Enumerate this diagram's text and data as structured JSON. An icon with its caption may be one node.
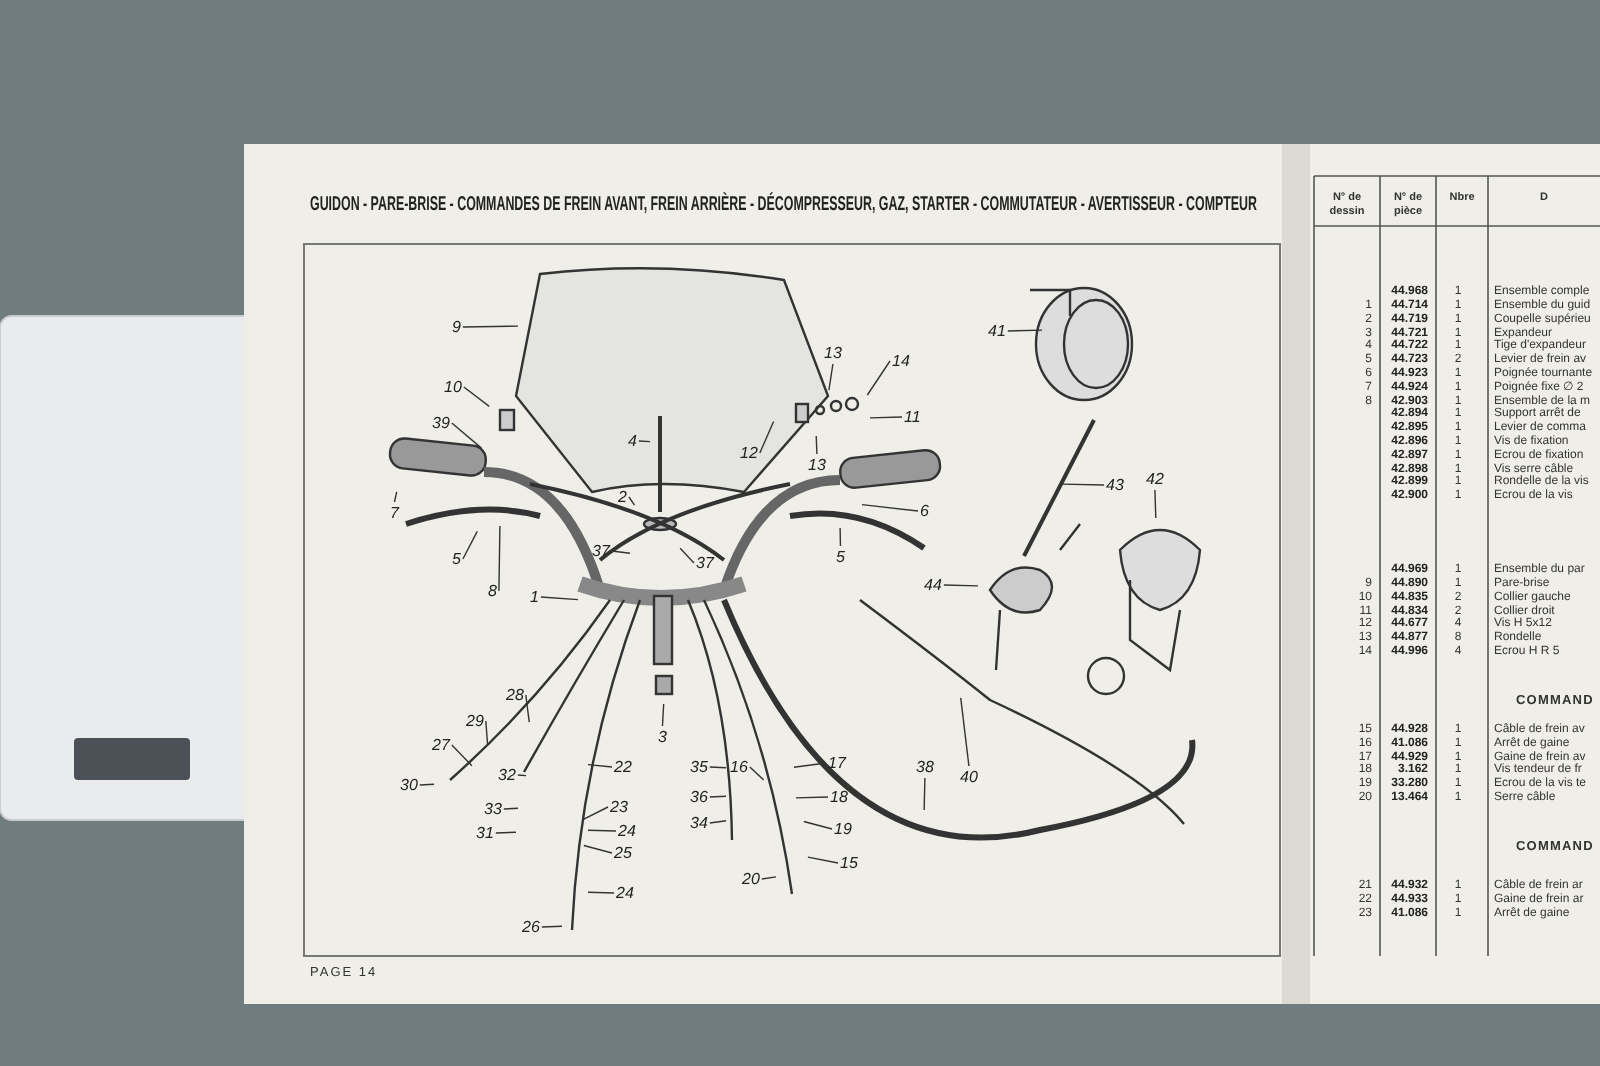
{
  "diagram": {
    "title": "GUIDON - PARE-BRISE - COMMANDES DE FREIN AVANT, FREIN ARRIÈRE - DÉCOMPRESSEUR, GAZ, STARTER - COMMUTATEUR - AVERTISSEUR - COMPTEUR",
    "nodes": [
      {
        "text": [
          "9"
        ]
      },
      {
        "text": [
          "10"
        ]
      },
      {
        "text": [
          "39"
        ]
      },
      {
        "text": [
          "7"
        ]
      },
      {
        "text": [
          "8"
        ]
      },
      {
        "text": [
          "5"
        ]
      },
      {
        "text": [
          "4"
        ]
      },
      {
        "text": [
          "2"
        ]
      },
      {
        "text": [
          "37"
        ]
      },
      {
        "text": [
          "37"
        ]
      },
      {
        "text": [
          "1"
        ]
      },
      {
        "text": [
          "13"
        ]
      },
      {
        "text": [
          "14"
        ]
      },
      {
        "text": [
          "11"
        ]
      },
      {
        "text": [
          "12"
        ]
      },
      {
        "text": [
          "13"
        ]
      },
      {
        "text": [
          "6"
        ]
      },
      {
        "text": [
          "5"
        ]
      },
      {
        "text": [
          "3"
        ]
      },
      {
        "text": [
          "41"
        ]
      },
      {
        "text": [
          "43"
        ]
      },
      {
        "text": [
          "42"
        ]
      },
      {
        "text": [
          "44"
        ]
      },
      {
        "text": [
          "28"
        ]
      },
      {
        "text": [
          "29"
        ]
      },
      {
        "text": [
          "27"
        ]
      },
      {
        "text": [
          "30"
        ]
      },
      {
        "text": [
          "32"
        ]
      },
      {
        "text": [
          "33"
        ]
      },
      {
        "text": [
          "31"
        ]
      },
      {
        "text": [
          "22"
        ]
      },
      {
        "text": [
          "23"
        ]
      },
      {
        "text": [
          "24"
        ]
      },
      {
        "text": [
          "25"
        ]
      },
      {
        "text": [
          "24"
        ]
      },
      {
        "text": [
          "26"
        ]
      },
      {
        "text": [
          "35"
        ]
      },
      {
        "text": [
          "36"
        ]
      },
      {
        "text": [
          "34"
        ]
      },
      {
        "text": [
          "16"
        ]
      },
      {
        "text": [
          "17"
        ]
      },
      {
        "text": [
          "18"
        ]
      },
      {
        "text": [
          "19"
        ]
      },
      {
        "text": [
          "15"
        ]
      },
      {
        "text": [
          "20"
        ]
      },
      {
        "text": [
          "38"
        ]
      },
      {
        "text": [
          "40"
        ]
      }
    ],
    "edges": [
      {
        "from": 0,
        "to": null,
        "arrow": "none"
      },
      {
        "from": 1,
        "to": null,
        "arrow": "none"
      },
      {
        "from": 2,
        "to": null,
        "arrow": "none"
      },
      {
        "from": 3,
        "to": null,
        "arrow": "none"
      },
      {
        "from": 4,
        "to": null,
        "arrow": "none"
      },
      {
        "from": 5,
        "to": null,
        "arrow": "none"
      },
      {
        "from": 6,
        "to": null,
        "arrow": "none"
      },
      {
        "from": 7,
        "to": null,
        "arrow": "none"
      },
      {
        "from": 8,
        "to": null,
        "arrow": "none"
      },
      {
        "from": 9,
        "to": null,
        "arrow": "none"
      },
      {
        "from": 10,
        "to": null,
        "arrow": "none"
      },
      {
        "from": 11,
        "to": null,
        "arrow": "none"
      },
      {
        "from": 12,
        "to": null,
        "arrow": "none"
      },
      {
        "from": 13,
        "to": null,
        "arrow": "none"
      },
      {
        "from": 14,
        "to": null,
        "arrow": "none"
      },
      {
        "from": 15,
        "to": null,
        "arrow": "none"
      },
      {
        "from": 16,
        "to": null,
        "arrow": "none"
      },
      {
        "from": 17,
        "to": null,
        "arrow": "none"
      },
      {
        "from": 18,
        "to": null,
        "arrow": "none"
      },
      {
        "from": 19,
        "to": null,
        "arrow": "none"
      },
      {
        "from": 20,
        "to": null,
        "arrow": "none"
      },
      {
        "from": 21,
        "to": null,
        "arrow": "none"
      },
      {
        "from": 22,
        "to": null,
        "arrow": "none"
      },
      {
        "from": 23,
        "to": null,
        "arrow": "none"
      },
      {
        "from": 24,
        "to": null,
        "arrow": "none"
      },
      {
        "from": 25,
        "to": null,
        "arrow": "none"
      },
      {
        "from": 26,
        "to": null,
        "arrow": "none"
      },
      {
        "from": 27,
        "to": null,
        "arrow": "none"
      },
      {
        "from": 28,
        "to": null,
        "arrow": "none"
      },
      {
        "from": 29,
        "to": null,
        "arrow": "none"
      },
      {
        "from": 30,
        "to": null,
        "arrow": "none"
      },
      {
        "from": 31,
        "to": null,
        "arrow": "none"
      },
      {
        "from": 32,
        "to": null,
        "arrow": "none"
      },
      {
        "from": 33,
        "to": null,
        "arrow": "none"
      },
      {
        "from": 34,
        "to": null,
        "arrow": "none"
      },
      {
        "from": 35,
        "to": null,
        "arrow": "none"
      },
      {
        "from": 36,
        "to": null,
        "arrow": "none"
      },
      {
        "from": 37,
        "to": null,
        "arrow": "none"
      },
      {
        "from": 38,
        "to": null,
        "arrow": "none"
      },
      {
        "from": 39,
        "to": null,
        "arrow": "none"
      },
      {
        "from": 40,
        "to": null,
        "arrow": "none"
      },
      {
        "from": 41,
        "to": null,
        "arrow": "none"
      },
      {
        "from": 42,
        "to": null,
        "arrow": "none"
      },
      {
        "from": 43,
        "to": null,
        "arrow": "none"
      },
      {
        "from": 44,
        "to": null,
        "arrow": "none"
      },
      {
        "from": 45,
        "to": null,
        "arrow": "none"
      },
      {
        "from": 46,
        "to": null,
        "arrow": "none"
      }
    ],
    "labels": [
      "PAGE 14",
      "N° de dessin",
      "N° de pièce",
      "Nbre",
      "D",
      "44.968",
      "1",
      "Ensemble comple",
      "1",
      "44.714",
      "1",
      "Ensemble du guid",
      "2",
      "44.719",
      "1",
      "Coupelle supérieu",
      "3",
      "44.721",
      "1",
      "Expandeur",
      "4",
      "44.722",
      "1",
      "Tige d'expandeur",
      "5",
      "44.723",
      "2",
      "Levier de frein av",
      "6",
      "44.923",
      "1",
      "Poignée tournante",
      "7",
      "44.924",
      "1",
      "Poignée fixe ∅ 2",
      "8",
      "42.903",
      "1",
      "Ensemble de la m",
      "42.894",
      "1",
      "Support arrêt de",
      "42.895",
      "1",
      "Levier de comma",
      "42.896",
      "1",
      "Vis de fixation",
      "42.897",
      "1",
      "Ecrou de fixation",
      "42.898",
      "1",
      "Vis serre câble",
      "42.899",
      "1",
      "Rondelle de la vis",
      "42.900",
      "1",
      "Ecrou de la vis",
      "44.969",
      "1",
      "Ensemble du par",
      "9",
      "44.890",
      "1",
      "Pare-brise",
      "10",
      "44.835",
      "2",
      "Collier gauche",
      "11",
      "44.834",
      "2",
      "Collier droit",
      "12",
      "44.677",
      "4",
      "Vis H 5x12",
      "13",
      "44.877",
      "8",
      "Rondelle",
      "14",
      "44.996",
      "4",
      "Ecrou H R 5",
      "COMMAND",
      "15",
      "44.928",
      "1",
      "Câble de frein av",
      "16",
      "41.086",
      "1",
      "Arrêt de gaine",
      "17",
      "44.929",
      "1",
      "Gaine de frein av",
      "18",
      "3.162",
      "1",
      "Vis tendeur de fr",
      "19",
      "33.280",
      "1",
      "Ecrou de la vis te",
      "20",
      "13.464",
      "1",
      "Serre câble",
      "COMMAND",
      "21",
      "44.932",
      "1",
      "Câble de frein ar",
      "22",
      "44.933",
      "1",
      "Gaine de frein ar",
      "23",
      "41.086",
      "1",
      "Arrêt de gaine"
    ]
  }
}
